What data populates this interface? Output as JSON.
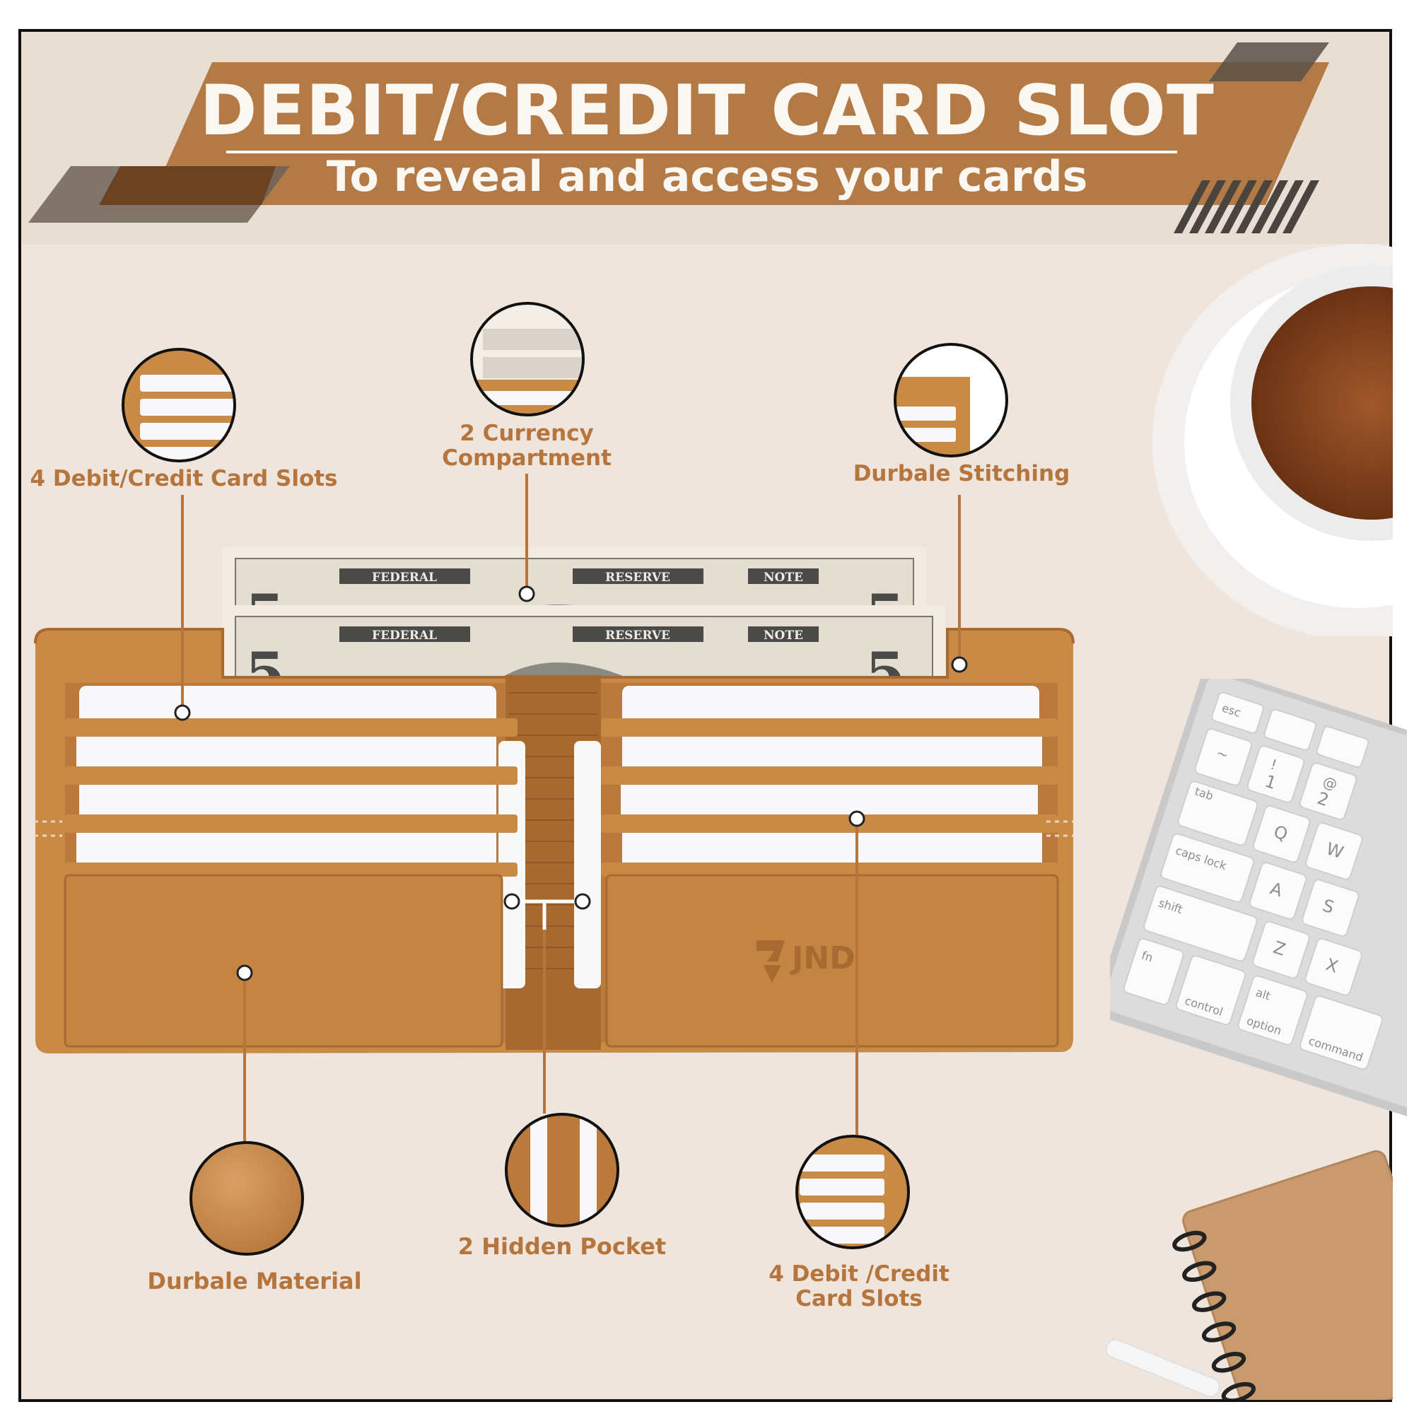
{
  "header": {
    "title": "DEBIT/CREDIT CARD SLOT",
    "subtitle": "To reveal and access your cards"
  },
  "brand": {
    "logo_text": "JND"
  },
  "features": [
    {
      "lines": [
        "4 Debit/Credit Card Slots"
      ]
    },
    {
      "lines": [
        "2 Currency",
        "Compartment"
      ]
    },
    {
      "lines": [
        "Durbale Stitching"
      ]
    },
    {
      "lines": [
        "Durbale Material"
      ]
    },
    {
      "lines": [
        "2 Hidden Pocket"
      ]
    },
    {
      "lines": [
        "4 Debit /Credit",
        "Card Slots"
      ]
    }
  ],
  "banknote": {
    "left_text": "FEDERAL",
    "middle_text": "RESERVE",
    "right_text": "NOTE",
    "denomination": "5"
  },
  "keyboard": {
    "keys": [
      "esc",
      "tab",
      "caps lock",
      "shift",
      "fn",
      "control",
      "option",
      "command",
      "alt",
      "Q",
      "W",
      "A",
      "S",
      "Z",
      "X",
      "1",
      "2",
      "!",
      "@",
      "~"
    ]
  },
  "colors": {
    "leather": "#c98a45",
    "leather_dark": "#a86a30",
    "accent_text": "#b5753c",
    "banner": "#b47a45",
    "cream": "#fbf7f2"
  }
}
